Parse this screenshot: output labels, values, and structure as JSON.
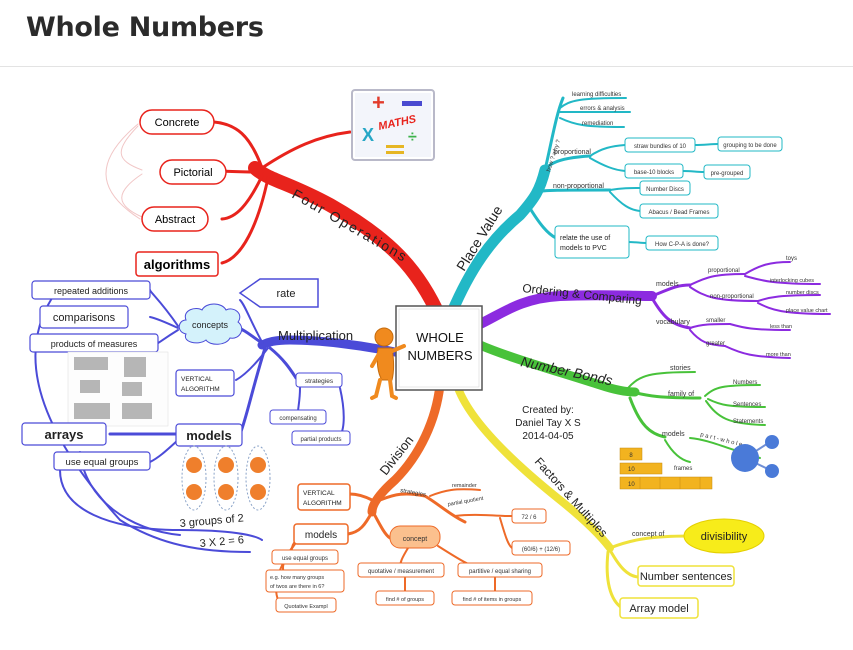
{
  "page": {
    "title": "Whole Numbers"
  },
  "diagram": {
    "center": {
      "line1": "WHOLE",
      "line2": "NUMBERS"
    },
    "credit": {
      "line1": "Created by:",
      "line2": "Daniel Tay X  S",
      "line3": "2014-04-05"
    },
    "colors": {
      "red": "#e8231c",
      "teal": "#22b8c6",
      "purple": "#8c2be0",
      "green": "#48c23a",
      "yellow": "#efe23a",
      "orange": "#ee6a28",
      "blue": "#4b4bd8"
    },
    "icons": [
      "maths-symbols-icon",
      "presenter-figure-icon",
      "cloud-icon",
      "arrow-tag-icon",
      "array-grid-icon",
      "counters-icon",
      "number-line-icon",
      "ball-stick-icon",
      "speech-bubble-icon"
    ],
    "four_operations": {
      "label": "Four Operations",
      "maths_icon_text": "MATHS",
      "nodes": [
        "Concrete",
        "Pictorial",
        "Abstract",
        "algorithms"
      ]
    },
    "place_value": {
      "label": "Place Value",
      "how_why": "how ? why ?",
      "nodes": {
        "learning": "learning difficulties",
        "errors": "errors & analysis",
        "remediation": "remediation",
        "proportional": "proportional",
        "bundles": "straw bundles of 10",
        "grouping": "grouping to be done",
        "base10": "base-10 blocks",
        "pregrouped": "pre-grouped",
        "nonprop": "non-proportional",
        "discs": "Number Discs",
        "abacus": "Abacus / Bead Frames",
        "relate1": "relate the use of",
        "relate2": "models to PVC",
        "cpa": "How C-P-A is done?"
      }
    },
    "ordering": {
      "label": "Ordering & Comparing",
      "nodes": {
        "models": "models",
        "proportional": "proportional",
        "toys": "toys",
        "cubes": "interlocking cubes",
        "nonprop": "non-proportional",
        "discs": "number discs",
        "chart": "place value chart",
        "vocabulary": "vocabulary",
        "smaller": "smaller",
        "lessthan": "less than",
        "greater": "greater",
        "morethan": "more than"
      }
    },
    "number_bonds": {
      "label": "Number Bonds",
      "nodes": {
        "stories": "stories",
        "family": "family of",
        "numbers": "Numbers",
        "sentences": "Sentences",
        "statements": "Statements",
        "models": "models",
        "frames": "frames",
        "pw": "p a r t - w h o l e",
        "n8": "8",
        "n10": "10",
        "n10b": "10"
      }
    },
    "factors": {
      "label": "Factors & Multiples",
      "nodes": {
        "concept": "concept of",
        "divisibility": "divisibility",
        "sentences": "Number sentences",
        "array": "Array model"
      }
    },
    "division": {
      "label": "Division",
      "nodes": {
        "vertical1": "VERTICAL",
        "vertical2": "ALGORITHM",
        "strategies": "strategies",
        "remainder": "remainder",
        "partial": "partial quotient",
        "q72": "72 / 6",
        "q60": "(60/6) + (12/6)",
        "concept": "concept",
        "models": "models",
        "equal": "use equal groups",
        "eg1": "e.g. how many groups",
        "eg2": "of twos are there in 6?",
        "quotative_eg": "Quotative Exampl",
        "quotative": "quotative / measurement",
        "partitive": "partitive / equal sharing",
        "findgroups": "find # of groups",
        "finditems": "find # of items in groups"
      }
    },
    "multiplication": {
      "label": "Multiplication",
      "nodes": {
        "rate": "rate",
        "concepts": "concepts",
        "repeated": "repeated additions",
        "comparisons": "comparisons",
        "products": "products of measures",
        "vertical1": "VERTICAL",
        "vertical2": "ALGORITHM",
        "strategies": "strategies",
        "compensating": "compensating",
        "partial": "partial products",
        "arrays": "arrays",
        "models": "models",
        "equal": "use equal groups",
        "groups_of": "3 groups of 2",
        "equation": "3 X 2 = 6"
      }
    }
  }
}
